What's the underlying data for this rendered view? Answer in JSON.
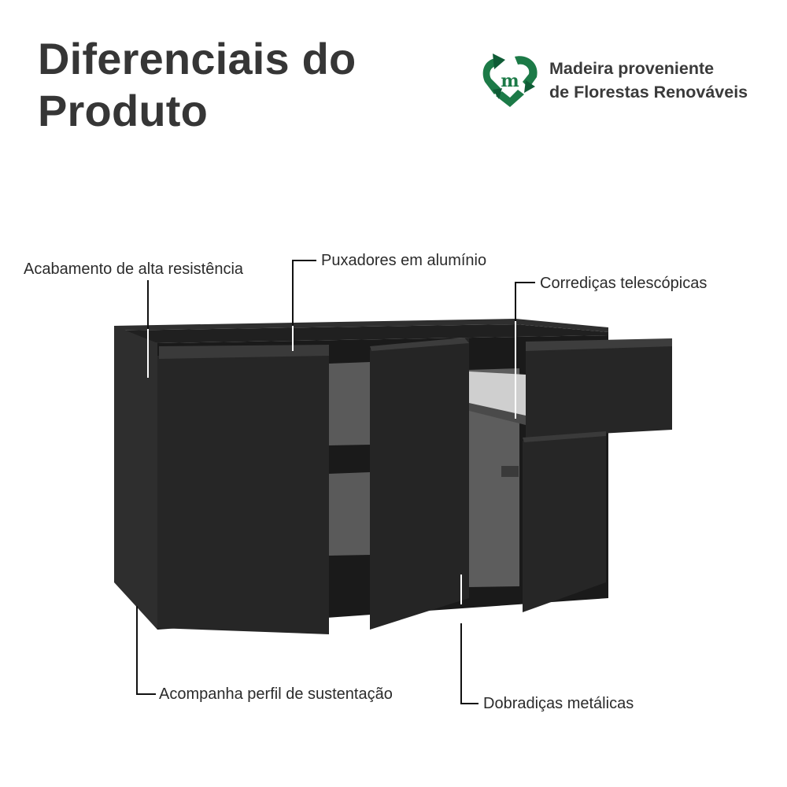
{
  "header": {
    "title_line1": "Diferenciais do",
    "title_line2": "Produto"
  },
  "badge": {
    "icon": "recycle-heart-m-icon",
    "line1": "Madeira proveniente",
    "line2": "de Florestas Renováveis",
    "colors": {
      "dark_green": "#0f5c36",
      "green": "#1c7a47",
      "text": "#3a3a3a"
    }
  },
  "features": [
    {
      "id": "finish",
      "label": "Acabamento de alta resistência"
    },
    {
      "id": "handles",
      "label": "Puxadores em alumínio"
    },
    {
      "id": "slides",
      "label": "Corrediças telescópicas"
    },
    {
      "id": "support",
      "label": "Acompanha perfil de sustentação"
    },
    {
      "id": "hinges",
      "label": "Dobradiças metálicas"
    }
  ],
  "product": {
    "image": "black-sideboard-cabinet",
    "colors": {
      "body": "#262626",
      "top": "#2f2f2f",
      "interior": "#5a5a5a",
      "drawer_box": "#cfcfcf"
    }
  }
}
